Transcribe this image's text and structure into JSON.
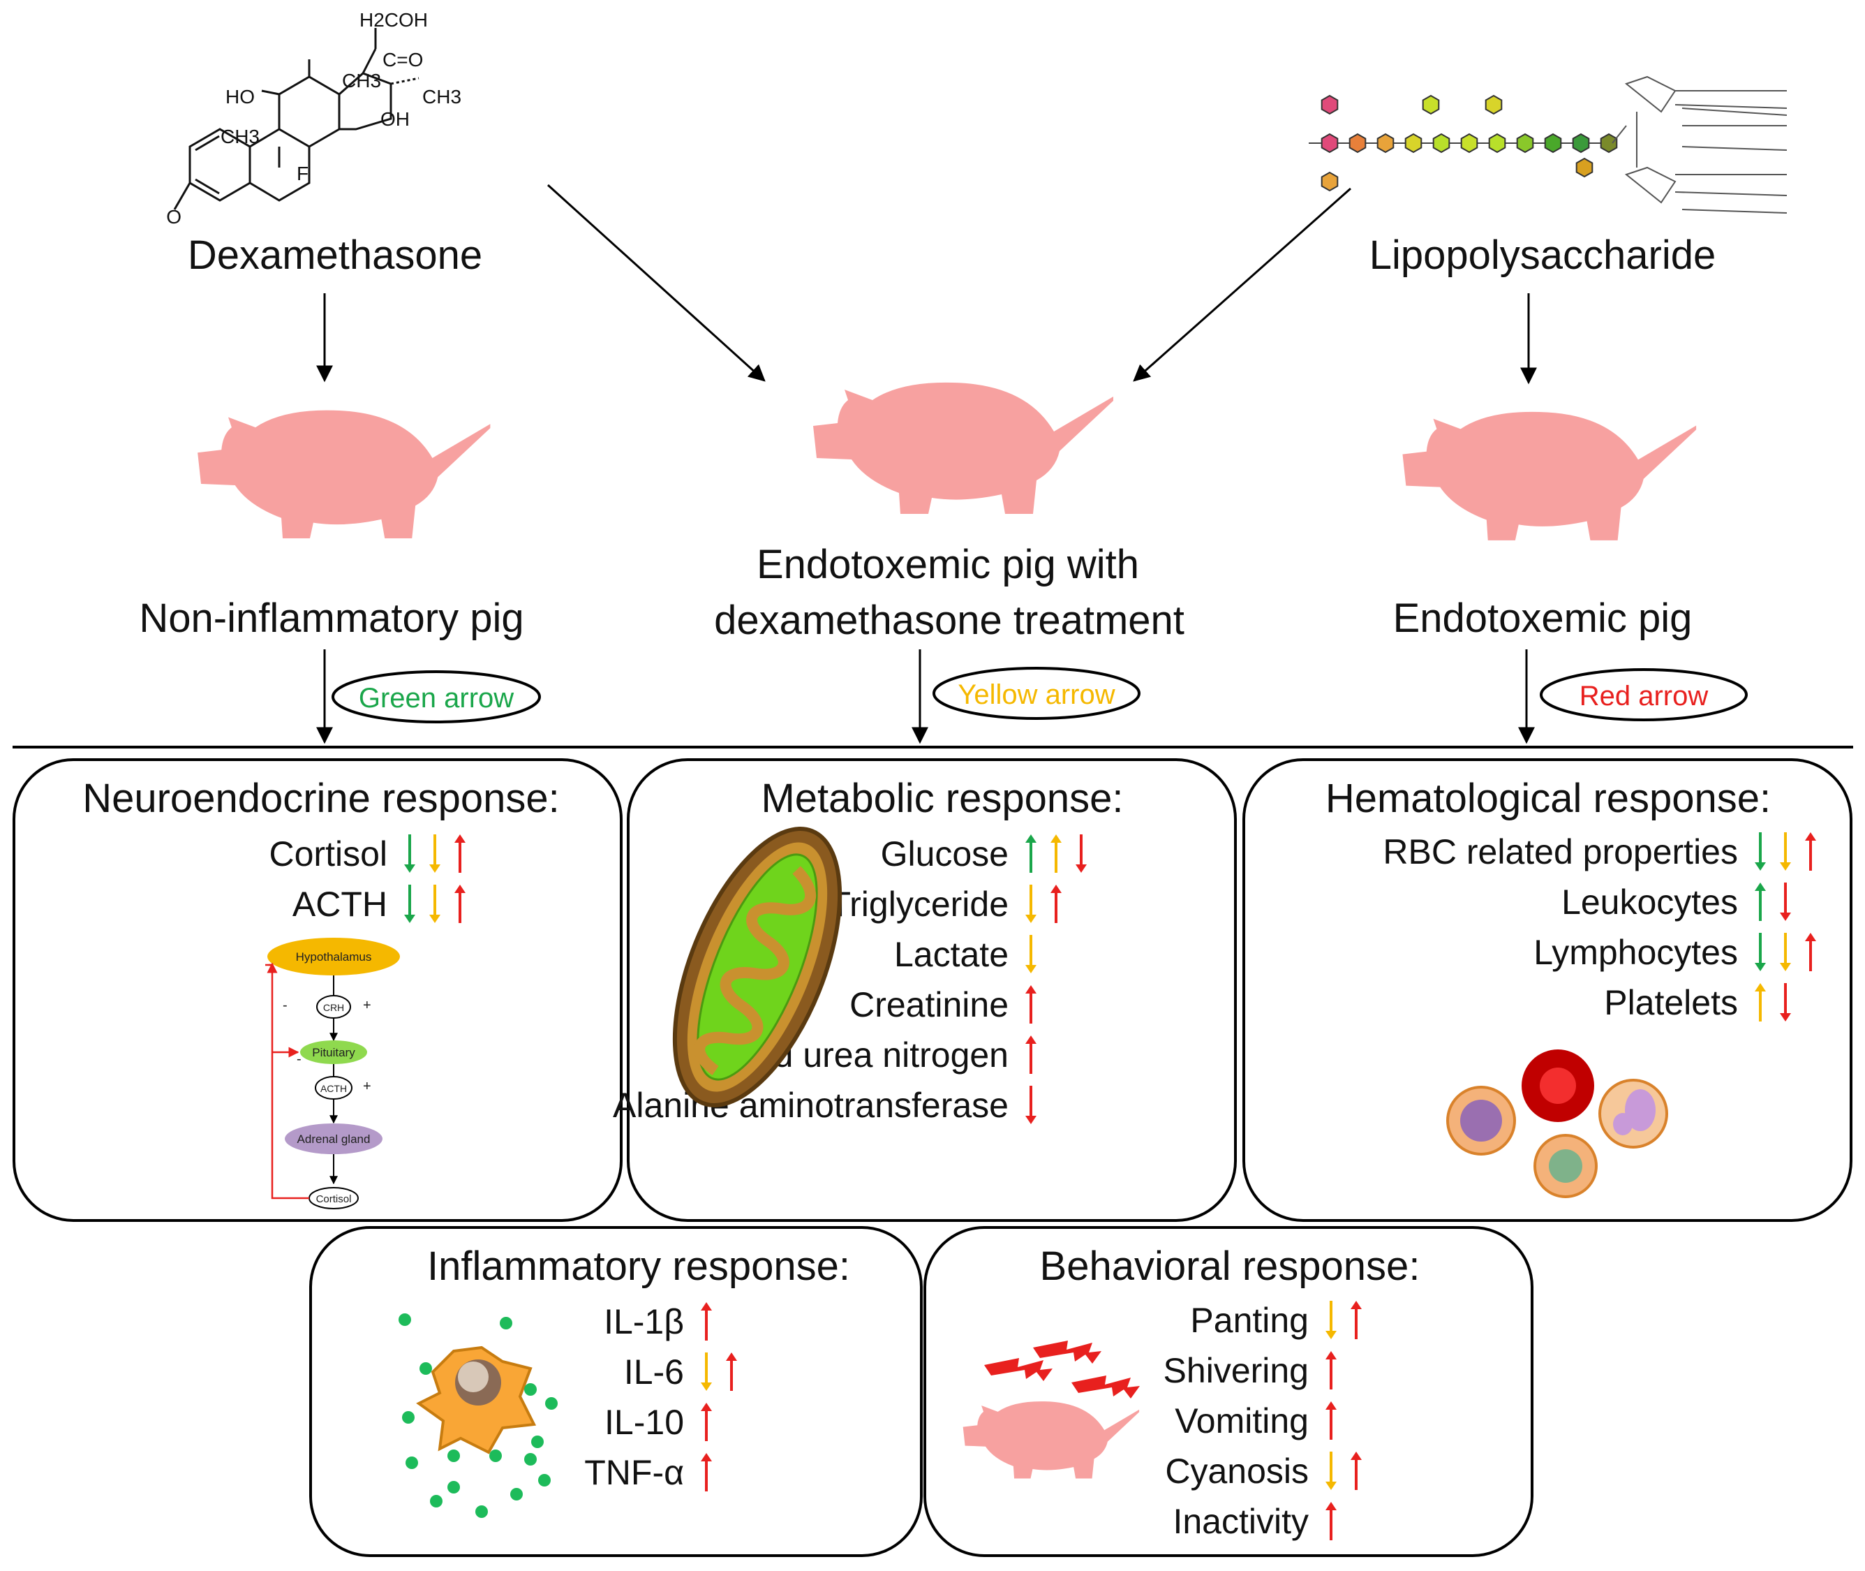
{
  "colors": {
    "green": "#1aa64a",
    "yellow": "#f5b800",
    "red": "#e8201e",
    "pig": "#f7a1a0",
    "mito_outer": "#9c6a2a",
    "mito_inner": "#6fd41c",
    "cell_orange": "#f9a636",
    "cytokine_dot": "#1dbb5a"
  },
  "sources": {
    "left": "Dexamethasone",
    "right": "Lipopolysaccharide"
  },
  "chem_labels": [
    "H2COH",
    "C=O",
    "HO",
    "CH3",
    "CH3",
    "OH",
    "CH3",
    "F",
    "O"
  ],
  "pigs": {
    "left": "Non-inflammatory pig",
    "center_line1": "Endotoxemic pig with",
    "center_line2": "dexamethasone treatment",
    "right": "Endotoxemic pig"
  },
  "legend": {
    "green": "Green arrow",
    "yellow": "Yellow arrow",
    "red": "Red arrow"
  },
  "boxes": {
    "neuro": {
      "title": "Neuroendocrine response:",
      "items": [
        {
          "label": "Cortisol",
          "arrows": [
            "green-down",
            "yellow-down",
            "red-up"
          ]
        },
        {
          "label": "ACTH",
          "arrows": [
            "green-down",
            "yellow-down",
            "red-up"
          ]
        }
      ],
      "hpa": {
        "hypothalamus": "Hypothalamus",
        "crh": "CRH",
        "pituitary": "Pituitary",
        "acth": "ACTH",
        "adrenal": "Adrenal gland",
        "cortisol": "Cortisol",
        "minus": "-",
        "plus": "+"
      }
    },
    "metabolic": {
      "title": "Metabolic response:",
      "items": [
        {
          "label": "Glucose",
          "arrows": [
            "green-up",
            "yellow-up",
            "red-down"
          ]
        },
        {
          "label": "Triglyceride",
          "arrows": [
            "yellow-down",
            "red-up"
          ]
        },
        {
          "label": "Lactate",
          "arrows": [
            "yellow-down"
          ]
        },
        {
          "label": "Creatinine",
          "arrows": [
            "red-up"
          ]
        },
        {
          "label": "Blood urea nitrogen",
          "arrows": [
            "red-up"
          ]
        },
        {
          "label": "Alanine aminotransferase",
          "arrows": [
            "red-down"
          ]
        }
      ]
    },
    "hemato": {
      "title": "Hematological response:",
      "items": [
        {
          "label": "RBC related properties",
          "arrows": [
            "green-down",
            "yellow-down",
            "red-up"
          ]
        },
        {
          "label": "Leukocytes",
          "arrows": [
            "green-up",
            "red-down"
          ]
        },
        {
          "label": "Lymphocytes",
          "arrows": [
            "green-down",
            "yellow-down",
            "red-up"
          ]
        },
        {
          "label": "Platelets",
          "arrows": [
            "yellow-up",
            "red-down"
          ]
        }
      ]
    },
    "inflam": {
      "title": "Inflammatory response:",
      "items": [
        {
          "label": "IL-1β",
          "arrows": [
            "red-up"
          ]
        },
        {
          "label": "IL-6",
          "arrows": [
            "yellow-down",
            "red-up"
          ]
        },
        {
          "label": "IL-10",
          "arrows": [
            "red-up"
          ]
        },
        {
          "label": "TNF-α",
          "arrows": [
            "red-up"
          ]
        }
      ]
    },
    "behav": {
      "title": "Behavioral response:",
      "items": [
        {
          "label": "Panting",
          "arrows": [
            "yellow-down",
            "red-up"
          ]
        },
        {
          "label": "Shivering",
          "arrows": [
            "red-up"
          ]
        },
        {
          "label": "Vomiting",
          "arrows": [
            "red-up"
          ]
        },
        {
          "label": "Cyanosis",
          "arrows": [
            "yellow-down",
            "red-up"
          ]
        },
        {
          "label": "Inactivity",
          "arrows": [
            "red-up"
          ]
        }
      ]
    }
  }
}
